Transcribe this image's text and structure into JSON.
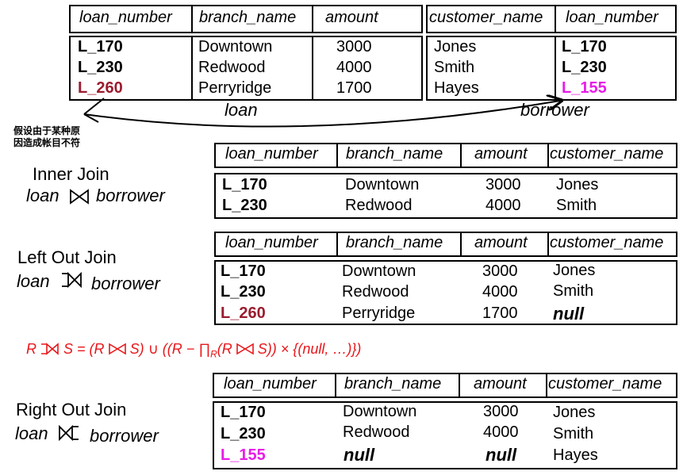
{
  "loan": {
    "headers": [
      "loan_number",
      "branch_name",
      "amount"
    ],
    "rows": [
      [
        "L_170",
        "Downtown",
        "3000"
      ],
      [
        "L_230",
        "Redwood",
        "4000"
      ],
      [
        "L_260",
        "Perryridge",
        "1700"
      ]
    ],
    "caption": "loan"
  },
  "borrower": {
    "headers": [
      "customer_name",
      "loan_number"
    ],
    "rows": [
      [
        "Jones",
        "L_170"
      ],
      [
        "Smith",
        "L_230"
      ],
      [
        "Hayes",
        "L_155"
      ]
    ],
    "caption": "borrower"
  },
  "note": {
    "line1": "假设由于某种原",
    "line2": "因造成帐目不符"
  },
  "inner_join": {
    "title": "Inner Join",
    "left": "loan",
    "right": "borrower",
    "headers": [
      "loan_number",
      "branch_name",
      "amount",
      "customer_name"
    ],
    "rows": [
      [
        "L_170",
        "Downtown",
        "3000",
        "Jones"
      ],
      [
        "L_230",
        "Redwood",
        "4000",
        "Smith"
      ]
    ]
  },
  "left_join": {
    "title": "Left Out Join",
    "left": "loan",
    "right": "borrower",
    "headers": [
      "loan_number",
      "branch_name",
      "amount",
      "customer_name"
    ],
    "rows": [
      [
        "L_170",
        "Downtown",
        "3000",
        "Jones"
      ],
      [
        "L_230",
        "Redwood",
        "4000",
        "Smith"
      ],
      [
        "L_260",
        "Perryridge",
        "1700",
        "null"
      ]
    ]
  },
  "formula": {
    "R1": "R",
    "S1": "S = (",
    "R2": "R",
    "S2": "S) ∪ ((",
    "R3": "R",
    "minus_proj": " − ∏",
    "sub": "R",
    "open": "(",
    "R4": "R",
    "S3": "S)) × {(",
    "null": "null, …",
    "close": ")})"
  },
  "right_join": {
    "title": "Right Out Join",
    "left": "loan",
    "right": "borrower",
    "headers": [
      "loan_number",
      "branch_name",
      "amount",
      "customer_name"
    ],
    "rows": [
      [
        "L_170",
        "Downtown",
        "3000",
        "Jones"
      ],
      [
        "L_230",
        "Redwood",
        "4000",
        "Smith"
      ],
      [
        "L_155",
        "null",
        "null",
        "Hayes"
      ]
    ]
  },
  "colors": {
    "maroon": "#9b1c2e",
    "magenta": "#e81ce8",
    "red": "#e8171b"
  }
}
